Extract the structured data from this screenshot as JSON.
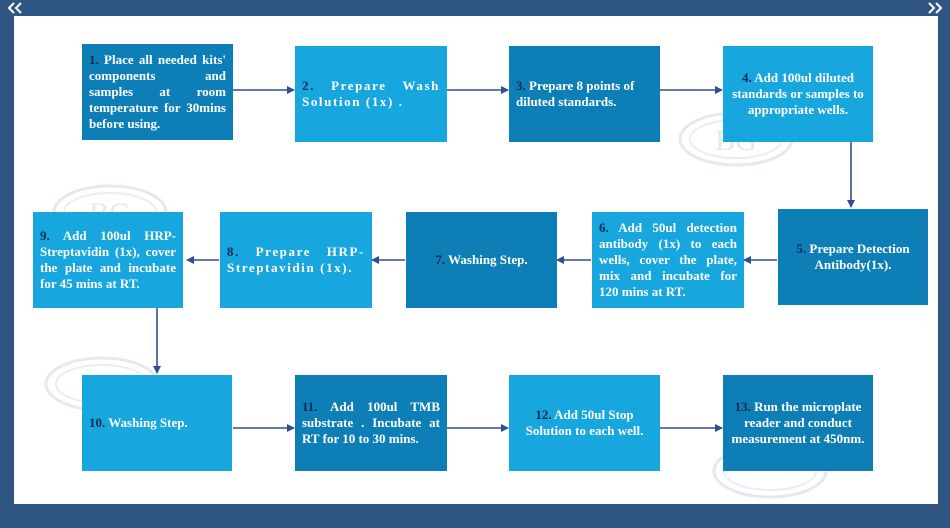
{
  "colors": {
    "frame": "#2f5583",
    "panel": "#ffffff",
    "box_dark": "#0e7fb6",
    "box_light": "#17a6dd",
    "step_number": "#0d2a52",
    "arrow": "#2e4f94"
  },
  "watermark": {
    "text": "BG"
  },
  "steps": [
    {
      "num": "1.",
      "text": "Place all needed kits' components and samples at room temperature for 30mins before using."
    },
    {
      "num": "2.",
      "text": "Prepare Wash Solution (1x) ."
    },
    {
      "num": "3.",
      "text": "Prepare 8 points of diluted standards."
    },
    {
      "num": "4.",
      "text": "Add 100ul diluted standards or samples to appropriate wells."
    },
    {
      "num": "5.",
      "text": "Prepare Detection Antibody(1x)."
    },
    {
      "num": "6.",
      "text": "Add 50ul detection antibody (1x) to each wells, cover the plate, mix and incubate for 120 mins at RT."
    },
    {
      "num": "7.",
      "text": "Washing Step."
    },
    {
      "num": "8.",
      "text": "Prepare HRP-Streptavidin (1x)."
    },
    {
      "num": "9.",
      "text": "Add 100ul HRP-Streptavidin (1x), cover the plate and incubate for 45 mins at RT."
    },
    {
      "num": "10.",
      "text": "Washing Step."
    },
    {
      "num": "11.",
      "text": "Add 100ul TMB substrate . Incubate at RT for 10 to 30 mins."
    },
    {
      "num": "12.",
      "text": "Add 50ul Stop Solution to each well."
    },
    {
      "num": "13.",
      "text": "Run the microplate reader and conduct measurement at 450nm."
    }
  ]
}
